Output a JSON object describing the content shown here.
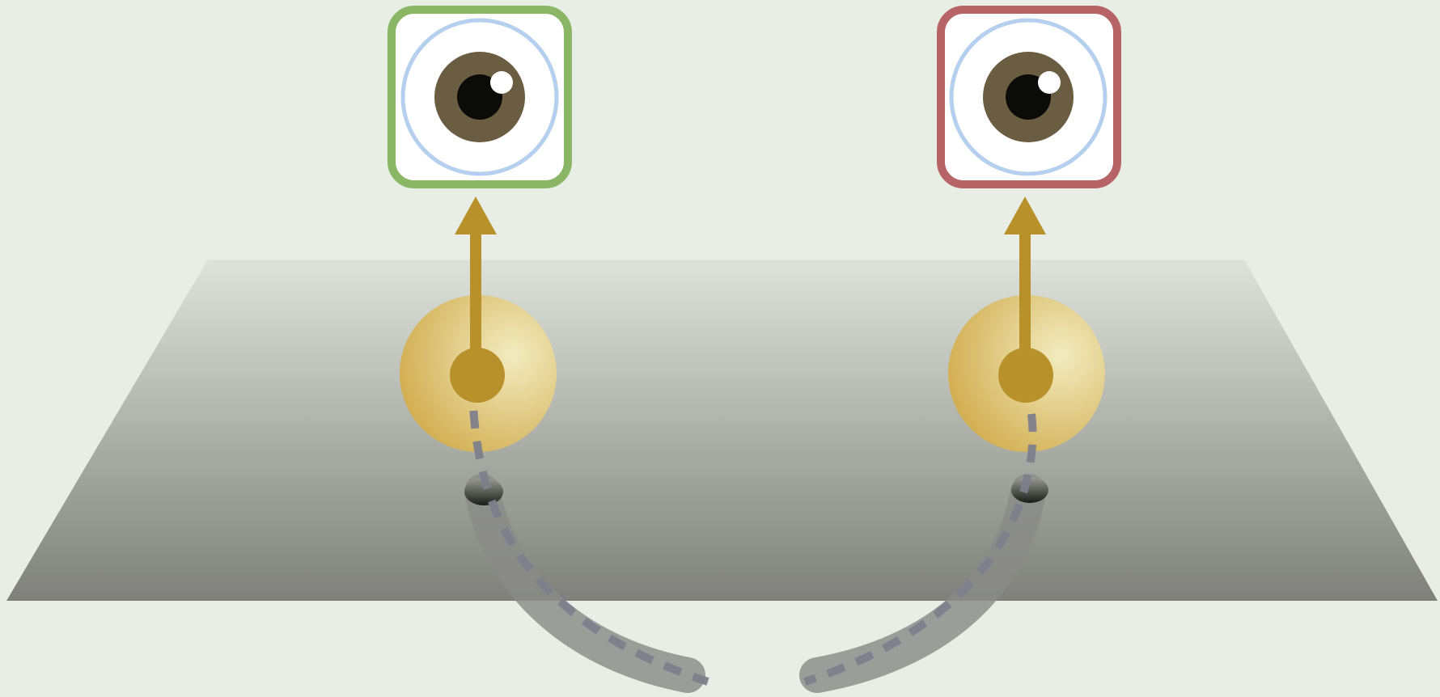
{
  "scene": {
    "background_color": "#e8ede6",
    "plane_top_color": "#dde3da",
    "plane_bottom_color": "#7f807b",
    "arrow_color": "#b8912a",
    "sphere_light_color": "#f2ecc0",
    "sphere_dark_color": "#d2ae52",
    "tube_color": "#8a8b87",
    "dashed_path_color": "#7e7f8c"
  },
  "viewers": [
    {
      "id": "left",
      "frame_color": "#8ab665",
      "frame_meaning": "correct",
      "eye_icon": "eye-icon",
      "iris_color": "#6b5d42",
      "ring_color": "#b5d0ef",
      "arrow_direction": "up"
    },
    {
      "id": "right",
      "frame_color": "#b66466",
      "frame_meaning": "incorrect",
      "eye_icon": "eye-icon",
      "iris_color": "#6b5d42",
      "ring_color": "#b5d0ef",
      "arrow_direction": "up"
    }
  ]
}
